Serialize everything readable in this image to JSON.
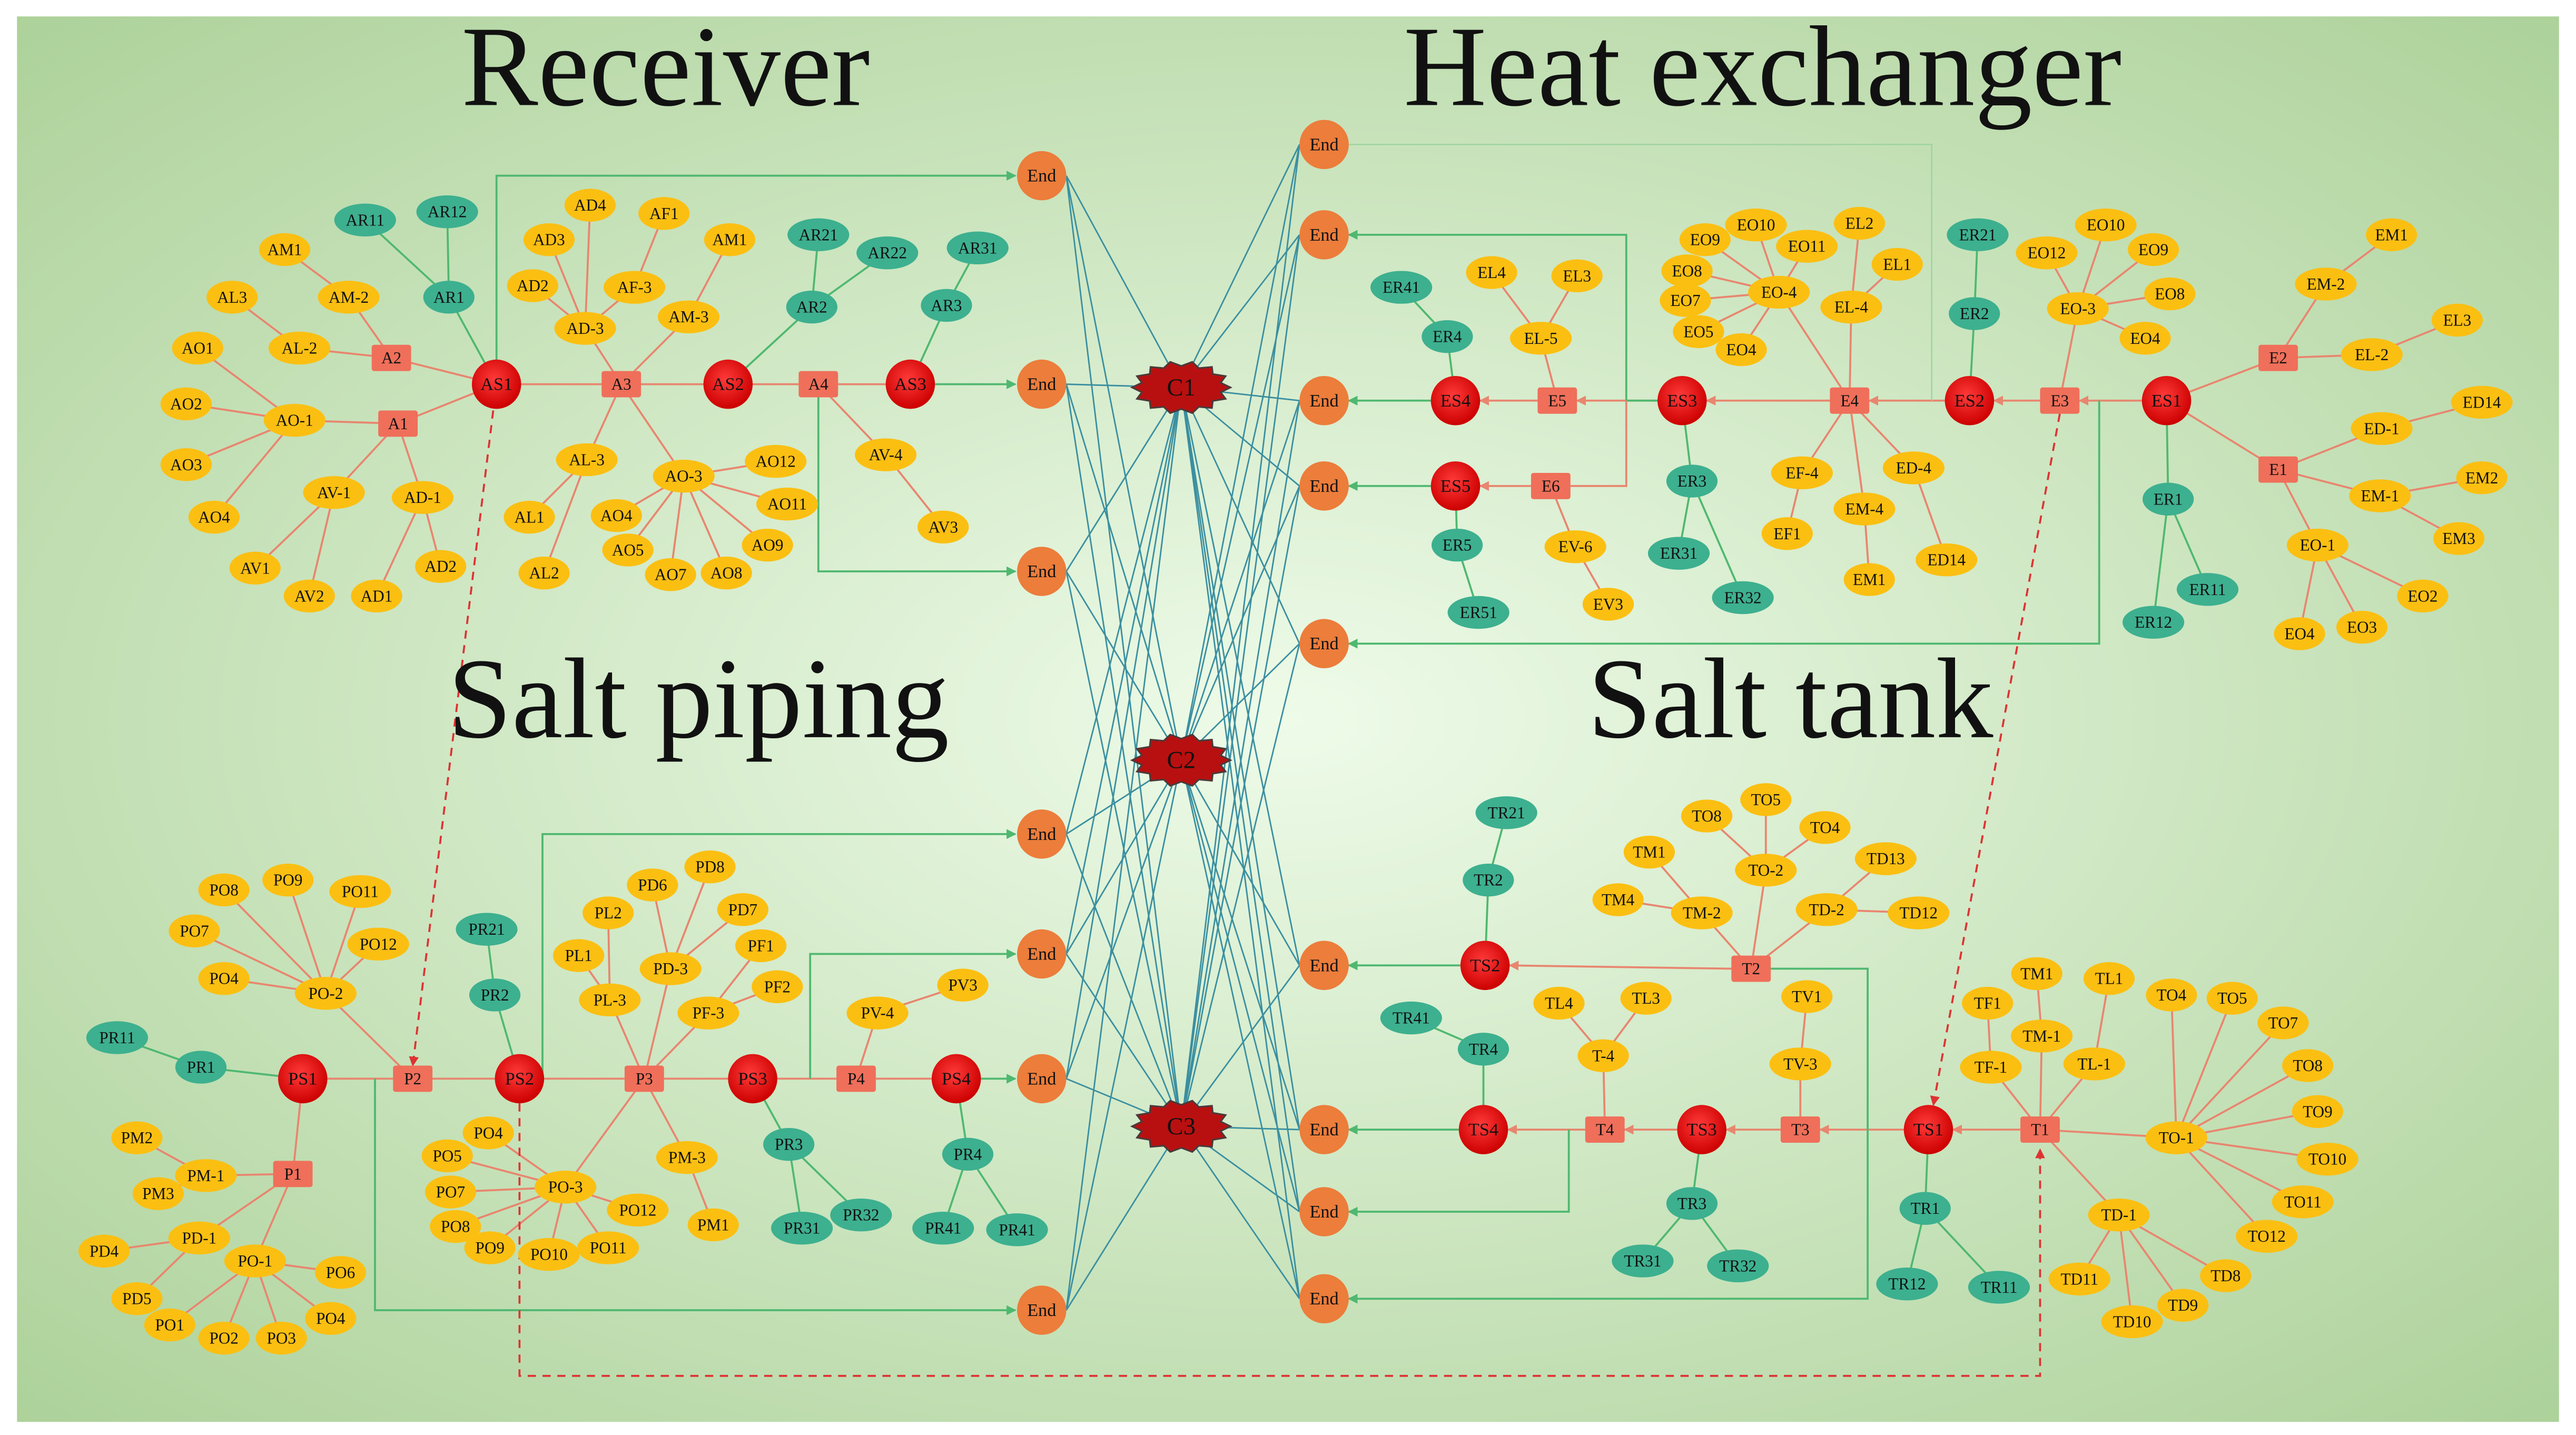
{
  "colors": {
    "background_outer": "#a9cf95",
    "background_inner": "#eefbe9",
    "hub": "#b81010",
    "top_event": "#ec7d3b",
    "middle_event": "#ef6f5a",
    "intermediate_event": "#e11818",
    "basic_event_yellow": "#fbbf12",
    "basic_event_teal": "#3db08f",
    "edge_orange": "#e8866f",
    "edge_green": "#4fb870",
    "edge_teal": "#3a8fa0",
    "edge_red_dashed": "#dd3333"
  },
  "sections": {
    "receiver": "Receiver",
    "heat_exchanger": "Heat exchanger",
    "salt_piping": "Salt piping",
    "salt_tank": "Salt tank"
  },
  "hubs": [
    "C1",
    "C2",
    "C3"
  ],
  "end_label": "End",
  "receiver": {
    "intermediate": [
      "AS1",
      "AS2",
      "AS3"
    ],
    "middle": [
      "A1",
      "A2",
      "A3",
      "A4"
    ],
    "yellow": [
      "AM1",
      "AM-2",
      "AL3",
      "AL-2",
      "AO1",
      "AO2",
      "AO3",
      "AO4",
      "AO-1",
      "AV-1",
      "AV1",
      "AV2",
      "AD-1",
      "AD1",
      "AD2",
      "AD4",
      "AF1",
      "AD3",
      "AF-3",
      "AM1",
      "AD2",
      "AD-3",
      "AM-3",
      "AL-3",
      "AL1",
      "AL2",
      "AO-3",
      "AO12",
      "AO11",
      "AO9",
      "AO8",
      "AO7",
      "AO5",
      "AO4",
      "AV-4",
      "AV3"
    ],
    "teal": [
      "AR11",
      "AR12",
      "AR1",
      "AR21",
      "AR22",
      "AR2",
      "AR31",
      "AR3"
    ]
  },
  "heat_exchanger": {
    "intermediate": [
      "ES1",
      "ES2",
      "ES3",
      "ES4",
      "ES5"
    ],
    "middle": [
      "E1",
      "E2",
      "E3",
      "E4",
      "E5",
      "E6"
    ],
    "yellow": [
      "EL4",
      "EL3",
      "EL-5",
      "EV-6",
      "EV3",
      "EO9",
      "EO10",
      "EO11",
      "EO8",
      "EO7",
      "EO5",
      "EO4",
      "EO-4",
      "EL2",
      "EL1",
      "EL-4",
      "EF-4",
      "EF1",
      "EM-4",
      "EM1",
      "ED-4",
      "ED14",
      "EO10",
      "EO12",
      "EO9",
      "EO8",
      "EO-3",
      "EO4",
      "EM1",
      "EM-2",
      "EL3",
      "EL-2",
      "ED14",
      "ED-1",
      "EM-1",
      "EM2",
      "EM3",
      "EO-1",
      "EO2",
      "EO3",
      "EO4"
    ],
    "teal": [
      "ER41",
      "ER4",
      "ER5",
      "ER51",
      "ER3",
      "ER31",
      "ER32",
      "ER21",
      "ER2",
      "ER1",
      "ER11",
      "ER12"
    ]
  },
  "salt_piping": {
    "intermediate": [
      "PS1",
      "PS2",
      "PS3",
      "PS4"
    ],
    "middle": [
      "P1",
      "P2",
      "P3",
      "P4"
    ],
    "yellow": [
      "PO8",
      "PO9",
      "PO11",
      "PO7",
      "PO12",
      "PO4",
      "PO-2",
      "PM2",
      "PM3",
      "PM-1",
      "PD4",
      "PD-1",
      "PD5",
      "PO-1",
      "PO6",
      "PO1",
      "PO2",
      "PO3",
      "PO4",
      "PD8",
      "PD6",
      "PD7",
      "PL2",
      "PD-3",
      "PF1",
      "PL1",
      "PF-3",
      "PF2",
      "PL-3",
      "PO5",
      "PO4",
      "PO7",
      "PO-3",
      "PO12",
      "PO8",
      "PO9",
      "PO10",
      "PO11",
      "PM-3",
      "PM1",
      "PV-4",
      "PV3"
    ],
    "teal": [
      "PR11",
      "PR1",
      "PR21",
      "PR2",
      "PR3",
      "PR31",
      "PR32",
      "PR4",
      "PR41",
      "PR41"
    ]
  },
  "salt_tank": {
    "intermediate": [
      "TS1",
      "TS2",
      "TS3",
      "TS4"
    ],
    "middle": [
      "T1",
      "T2",
      "T3",
      "T4"
    ],
    "yellow": [
      "TO5",
      "TO8",
      "TO4",
      "TM1",
      "TO-2",
      "TD13",
      "TM4",
      "TM-2",
      "TD-2",
      "TD12",
      "TL4",
      "TL3",
      "T-4",
      "TV1",
      "TV-3",
      "TF1",
      "TM1",
      "TL1",
      "TO4",
      "TO5",
      "TM-1",
      "TO7",
      "TF-1",
      "TL-1",
      "TO8",
      "TO-1",
      "TO9",
      "TO10",
      "TD-1",
      "TO11",
      "TO12",
      "TD8",
      "TD11",
      "TD9",
      "TD10"
    ],
    "teal": [
      "TR21",
      "TR2",
      "TR41",
      "TR4",
      "TR3",
      "TR31",
      "TR32",
      "TR1",
      "TR12",
      "TR11"
    ]
  }
}
